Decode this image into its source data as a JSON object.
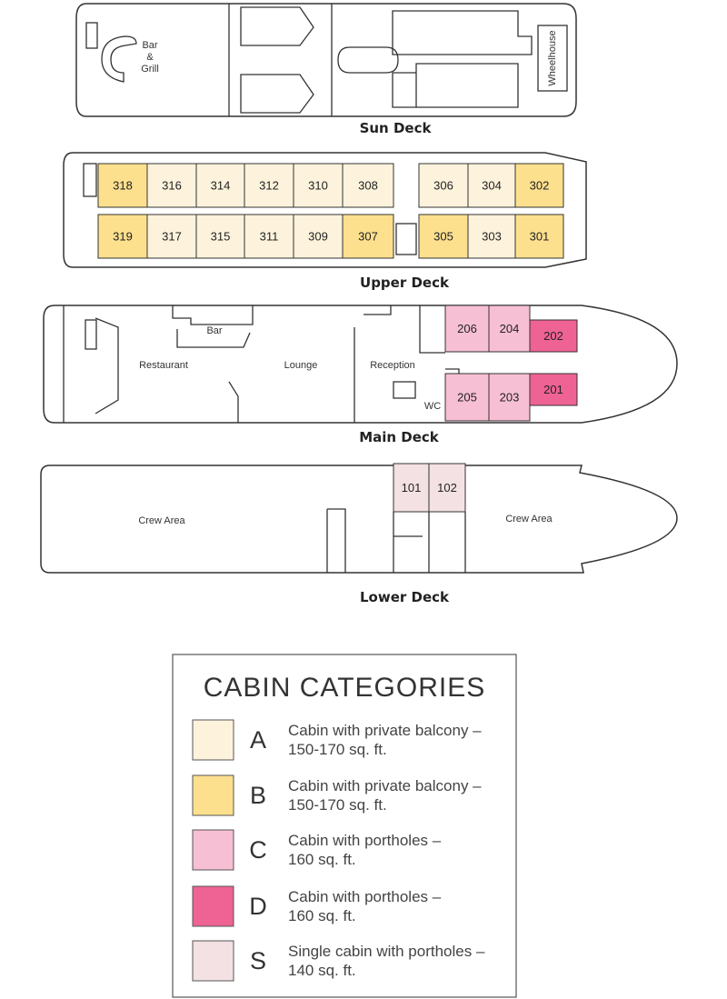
{
  "decks": {
    "sun": {
      "title": "Sun Deck",
      "bar": "Bar",
      "amp": "&",
      "grill": "Grill",
      "wheelhouse": "Wheelhouse"
    },
    "upper": {
      "title": "Upper Deck",
      "top": [
        "318",
        "316",
        "314",
        "312",
        "310",
        "308",
        "306",
        "304",
        "302"
      ],
      "bottom": [
        "319",
        "317",
        "315",
        "311",
        "309",
        "307",
        "305",
        "303",
        "301"
      ]
    },
    "main": {
      "title": "Main Deck",
      "restaurant": "Restaurant",
      "lounge": "Lounge",
      "reception": "Reception",
      "bar": "Bar",
      "wc": "WC",
      "cabins": [
        "206",
        "204",
        "202",
        "205",
        "203",
        "201"
      ]
    },
    "lower": {
      "title": "Lower Deck",
      "crew_left": "Crew Area",
      "crew_right": "Crew Area",
      "cabins": [
        "101",
        "102"
      ]
    }
  },
  "legend": {
    "title": "CABIN CATEGORIES",
    "items": [
      {
        "letter": "A",
        "line1": "Cabin with private balcony –",
        "line2": "150-170 sq. ft.",
        "color": "#fdf3dc"
      },
      {
        "letter": "B",
        "line1": "Cabin with private balcony –",
        "line2": "150-170 sq. ft.",
        "color": "#fde08e"
      },
      {
        "letter": "C",
        "line1": "Cabin with portholes –",
        "line2": "160 sq. ft.",
        "color": "#f7bfd3"
      },
      {
        "letter": "D",
        "line1": "Cabin with portholes –",
        "line2": "160 sq. ft.",
        "color": "#ef6294"
      },
      {
        "letter": "S",
        "line1": "Single cabin with portholes –",
        "line2": "140 sq. ft.",
        "color": "#f3e1e4"
      }
    ]
  }
}
